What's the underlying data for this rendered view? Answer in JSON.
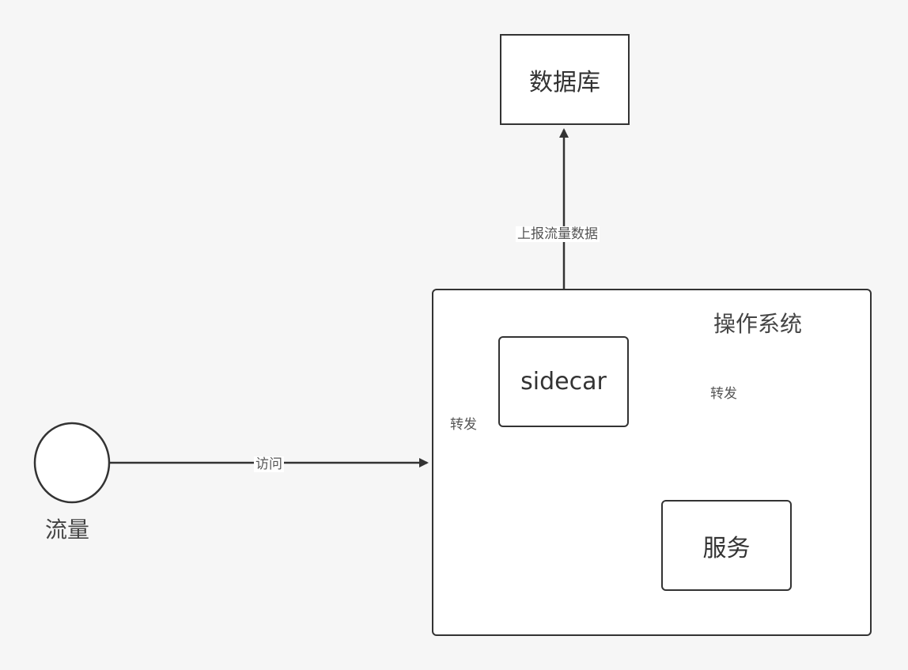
{
  "nodes": {
    "database": {
      "label": "数据库"
    },
    "os": {
      "label": "操作系统"
    },
    "sidecar": {
      "label": "sidecar"
    },
    "service": {
      "label": "服务"
    },
    "traffic": {
      "label": "流量"
    }
  },
  "edges": {
    "access": {
      "label": "访问"
    },
    "forward_in": {
      "label": "转发"
    },
    "forward_out": {
      "label": "转发"
    },
    "report": {
      "label": "上报流量数据"
    }
  },
  "colors": {
    "line": "#333333",
    "background": "#f6f6f6",
    "box_fill": "#ffffff"
  }
}
